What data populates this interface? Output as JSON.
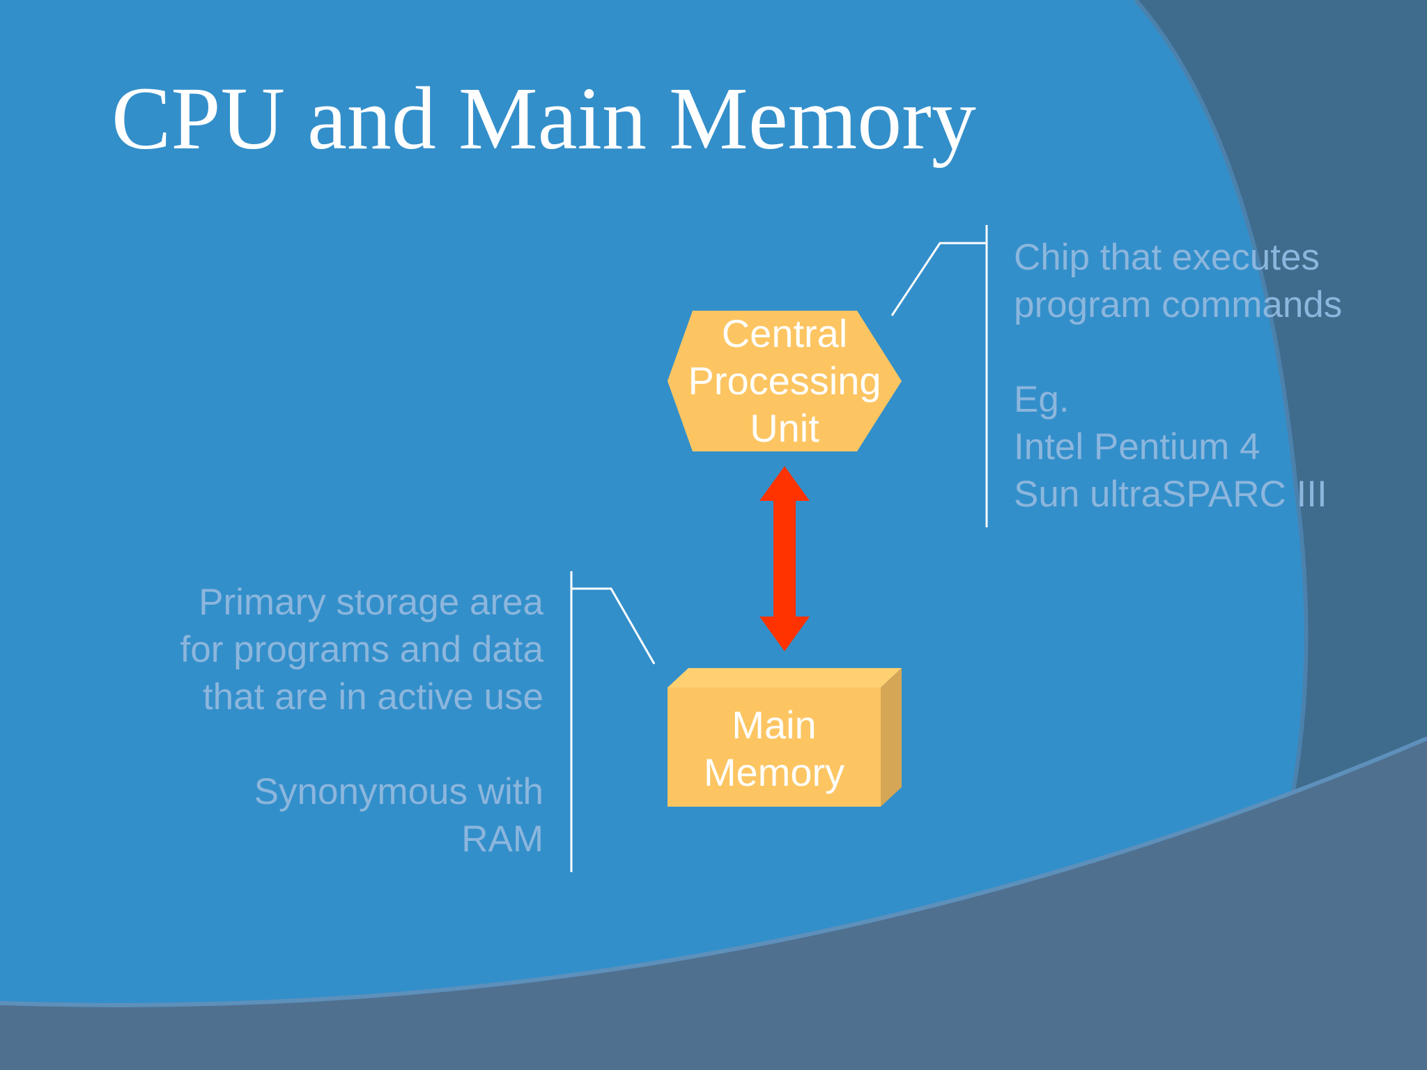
{
  "slide": {
    "title": "CPU and Main Memory",
    "colors": {
      "background": "#338fca",
      "swoosh": "#3f6b8d",
      "bottom_band": "#50708f",
      "shape_fill": "#fcc562",
      "arrow": "#ff3300",
      "callout_text": "#8cb6dd",
      "leader_lines": "#ffffff"
    }
  },
  "diagram": {
    "cpu": {
      "shape": "hexagon",
      "label_lines": [
        "Central",
        "Processing",
        "Unit"
      ]
    },
    "main_memory": {
      "shape": "3d-box",
      "label_lines": [
        "Main",
        "Memory"
      ]
    },
    "connector": {
      "type": "double-headed-arrow",
      "between": [
        "cpu",
        "main_memory"
      ]
    },
    "cpu_callout": {
      "lines": [
        "Chip that executes",
        "program commands"
      ],
      "example_lines": [
        "Eg.",
        "Intel Pentium 4",
        "Sun ultraSPARC III"
      ]
    },
    "memory_callout": {
      "lines": [
        "Primary storage area",
        "for programs and data",
        "that are in active use"
      ],
      "synonym_lines": [
        "Synonymous with",
        "RAM"
      ]
    }
  }
}
